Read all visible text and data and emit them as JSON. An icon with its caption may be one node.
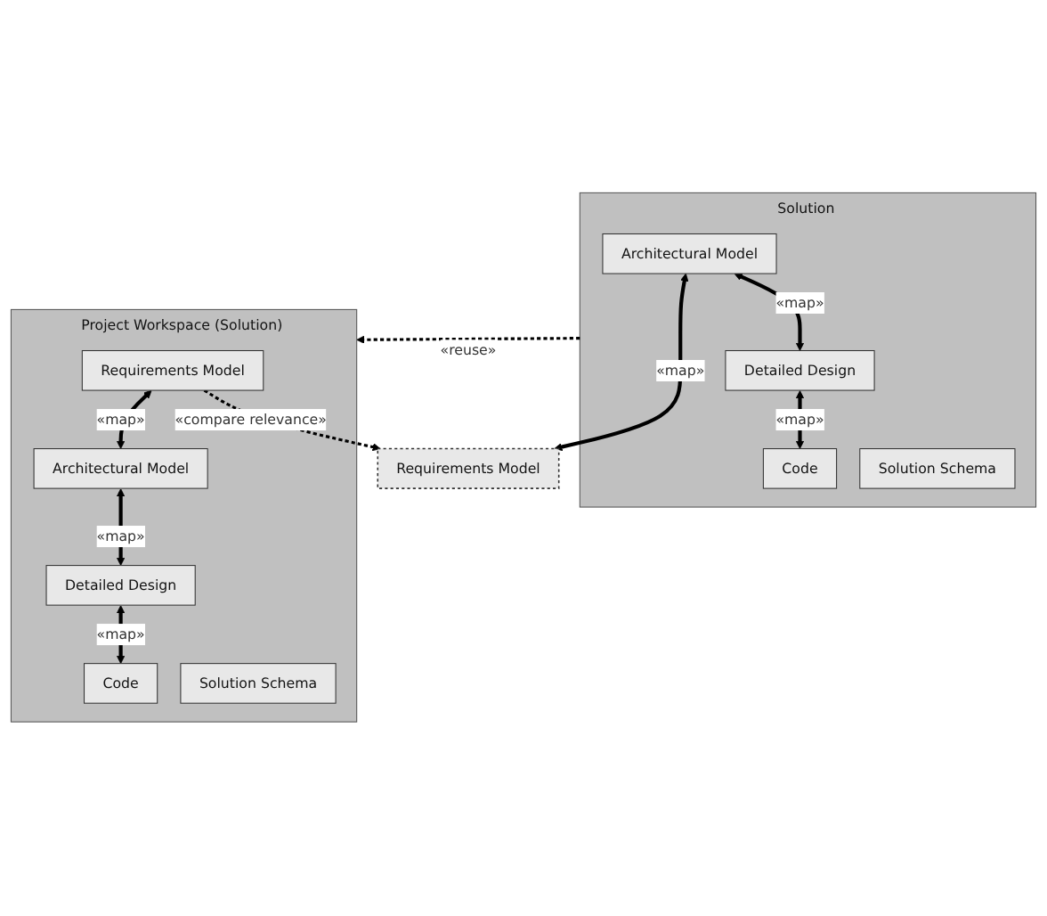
{
  "diagram": {
    "nodes": [
      {
        "text": [
          "Solution"
        ]
      },
      {
        "text": [
          "Requirements Model"
        ]
      },
      {
        "text": [
          "Architectural Model"
        ],
        "in": 0
      },
      {
        "text": [
          "Detailed Design"
        ],
        "in": 0
      },
      {
        "text": [
          "Code"
        ],
        "in": 0
      },
      {
        "text": [
          "Solution Schema"
        ],
        "in": 0
      },
      {
        "text": [
          "Project Workspace (Solution)"
        ]
      },
      {
        "text": [
          "Requirements Model"
        ],
        "in": 6
      },
      {
        "text": [
          "Architectural Model"
        ],
        "in": 6
      },
      {
        "text": [
          "Detailed Design"
        ],
        "in": 6
      },
      {
        "text": [
          "Code"
        ],
        "in": 6
      },
      {
        "text": [
          "Solution Schema"
        ],
        "in": 6
      }
    ],
    "edges": [
      {
        "from": 1,
        "to": 2,
        "arrow": "both",
        "label": "«map»"
      },
      {
        "from": 2,
        "to": 3,
        "arrow": "both",
        "label": "«map»"
      },
      {
        "from": 3,
        "to": 4,
        "arrow": "both",
        "label": "«map»"
      },
      {
        "from": 0,
        "to": 6,
        "arrow": "to",
        "label": "«reuse»",
        "style": "dashed"
      },
      {
        "from": 7,
        "to": 1,
        "arrow": "to",
        "label": "«compare relevance»",
        "style": "dashed"
      },
      {
        "from": 7,
        "to": 8,
        "arrow": "both",
        "label": "«map»"
      },
      {
        "from": 8,
        "to": 9,
        "arrow": "both",
        "label": "«map»"
      },
      {
        "from": 9,
        "to": 10,
        "arrow": "both",
        "label": "«map»"
      }
    ]
  }
}
